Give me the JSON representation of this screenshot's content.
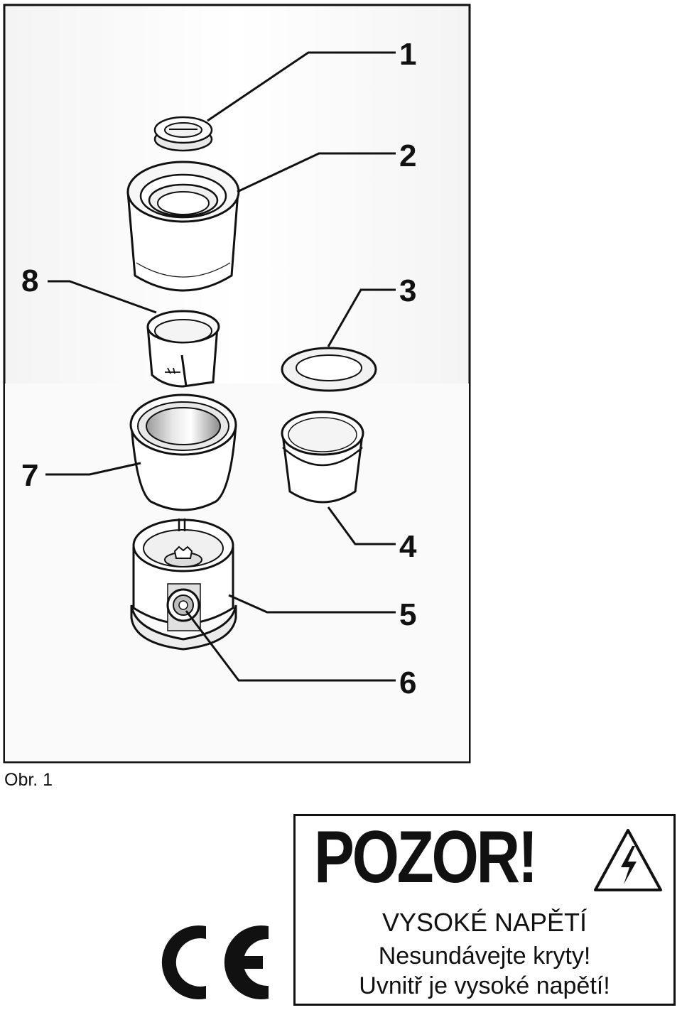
{
  "figure": {
    "callouts": [
      {
        "id": "1",
        "label": "1"
      },
      {
        "id": "2",
        "label": "2"
      },
      {
        "id": "3",
        "label": "3"
      },
      {
        "id": "4",
        "label": "4"
      },
      {
        "id": "5",
        "label": "5"
      },
      {
        "id": "6",
        "label": "6"
      },
      {
        "id": "7",
        "label": "7"
      },
      {
        "id": "8",
        "label": "8"
      }
    ],
    "caption": "Obr. 1"
  },
  "ce_mark": {
    "text": "CE"
  },
  "warning": {
    "title": "POZOR!",
    "icon": "high-voltage-triangle-icon",
    "subtitle": "VYSOKÉ NAPĚTÍ",
    "line1": "Nesundávejte kryty!",
    "line2": "Uvnitř je vysoké napětí!"
  }
}
